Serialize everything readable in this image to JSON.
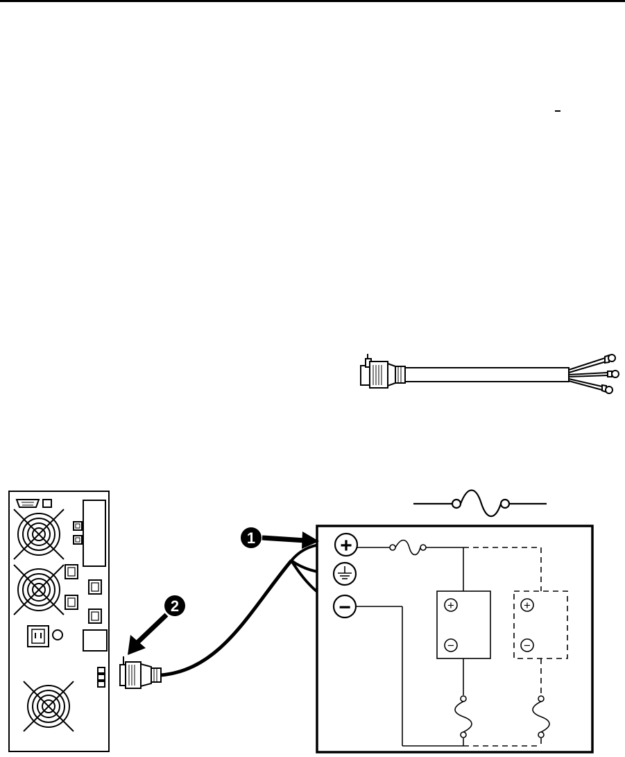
{
  "callouts": {
    "one": "1",
    "two": "2"
  },
  "symbols": {
    "plus": "+",
    "minus": "−"
  },
  "colors": {
    "ink": "#000000",
    "paper": "#ffffff",
    "fill_gray": "#e8e8e8"
  },
  "icons": [
    "ups-rear-panel",
    "fan-grille-icon",
    "serial-port-icon",
    "usb-port-icon",
    "rj45-port-icon",
    "iec-outlet-icon",
    "ac-inlet-icon",
    "breaker-icon",
    "battery-cable-connector",
    "battery-cable-assembly",
    "fuse-symbol",
    "ground-symbol-icon",
    "battery-symbol",
    "arrow-icon"
  ]
}
